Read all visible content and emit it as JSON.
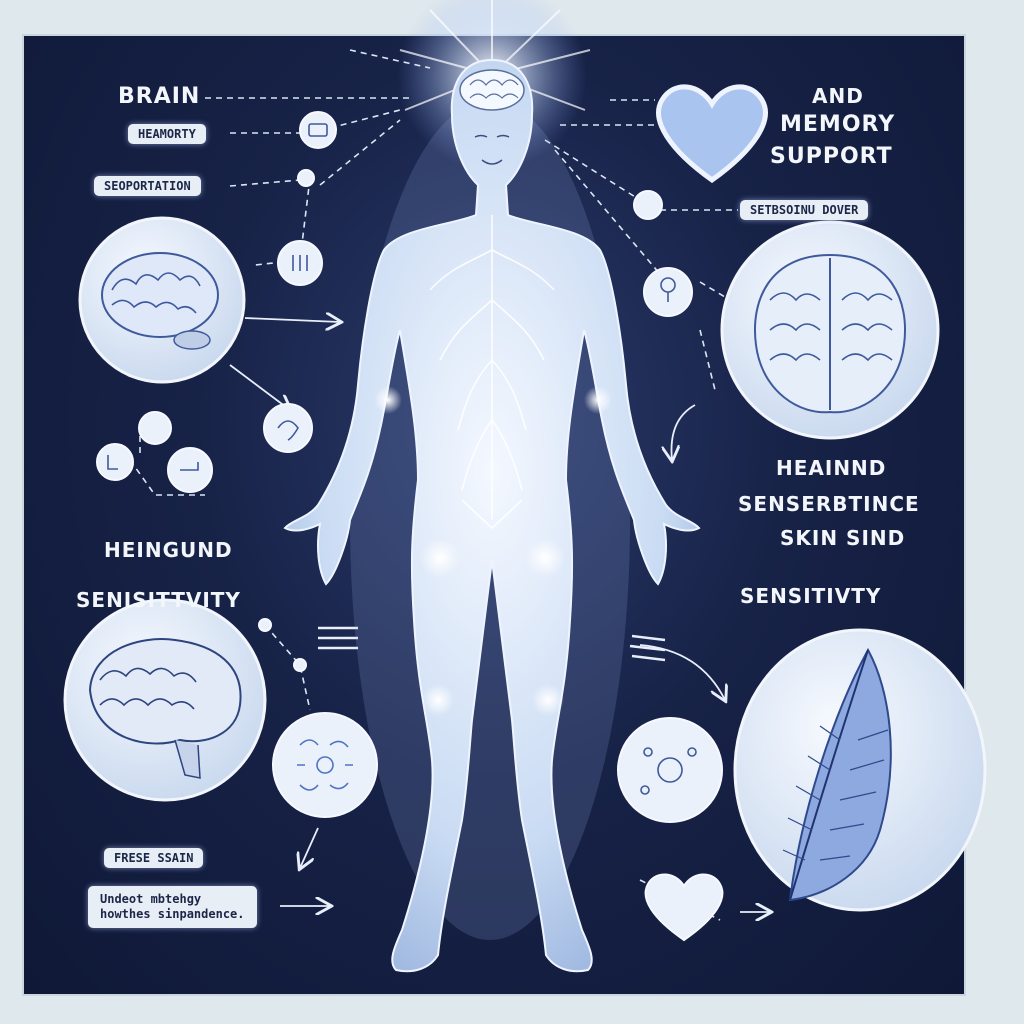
{
  "labels": {
    "brain": "BRAIN",
    "and": "AND",
    "memory": "MEMORY",
    "support": "SUPPORT",
    "heaind": "HEAINND",
    "senserbtince": "SENSERBTINCE",
    "skin_sind": "SKIN SIND",
    "sensitivity_right": "SENSITIVTY",
    "heingund": "HEINGUND",
    "sensitivity_left": "SENISITTVITY"
  },
  "tags": {
    "heamorty": "HEAMORTY",
    "seoportation": "SEOPORTATION",
    "setbsoinu_dover": "SETBSOINU DOVER",
    "frese_ssain": "FRESE SSAIN",
    "undeot_line1": "Undeot mbtehgy",
    "undeot_line2": "howthes sinpandence."
  },
  "colors": {
    "background": "#dfe8ec",
    "panel": "#172247",
    "body_glow": "#e9f2ff",
    "circle_fill": "#e6eef8",
    "line": "#dce6f5"
  },
  "icons": [
    "brain-icon",
    "heart-icon",
    "feather-icon",
    "human-body-figure",
    "nerve-icon",
    "cell-icon"
  ]
}
